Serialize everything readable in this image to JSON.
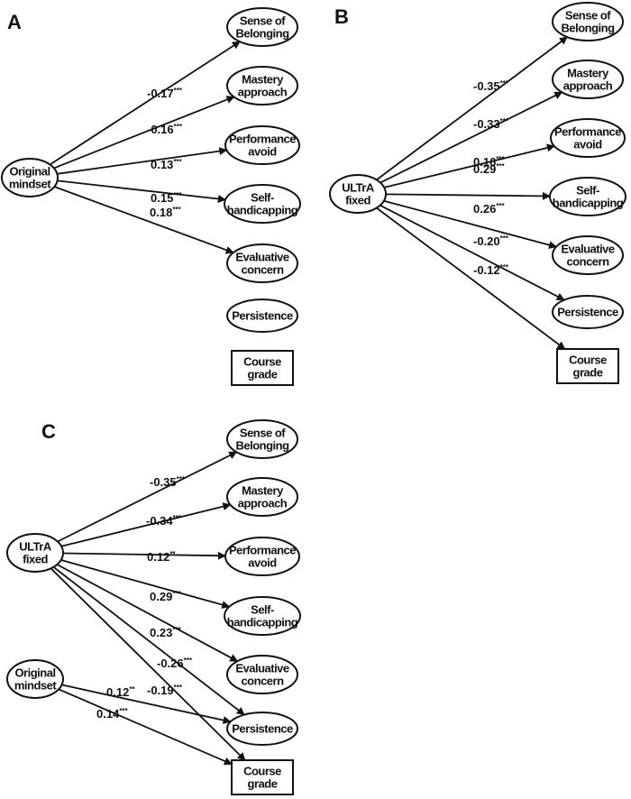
{
  "panels": [
    {
      "letter": "A",
      "nodes": [
        {
          "id": "orig",
          "lines": [
            "Original",
            "mindset"
          ],
          "shape": "ellipse"
        },
        {
          "id": "sob",
          "lines": [
            "Sense of",
            "Belonging"
          ],
          "shape": "ellipse"
        },
        {
          "id": "mast",
          "lines": [
            "Mastery",
            "approach"
          ],
          "shape": "ellipse"
        },
        {
          "id": "perf",
          "lines": [
            "Performance",
            "avoid"
          ],
          "shape": "ellipse"
        },
        {
          "id": "self",
          "lines": [
            "Self-",
            "handicapping"
          ],
          "shape": "ellipse"
        },
        {
          "id": "eval",
          "lines": [
            "Evaluative",
            "concern"
          ],
          "shape": "ellipse"
        },
        {
          "id": "pers",
          "lines": [
            "Persistence"
          ],
          "shape": "ellipse"
        },
        {
          "id": "grade",
          "lines": [
            "Course",
            "grade"
          ],
          "shape": "rect"
        }
      ],
      "edges": [
        {
          "from": "orig",
          "to": "sob",
          "coef": "-0.17",
          "sig": "***"
        },
        {
          "from": "orig",
          "to": "mast",
          "coef": "-0.16",
          "sig": "***"
        },
        {
          "from": "orig",
          "to": "perf",
          "coef": "0.13",
          "sig": "***"
        },
        {
          "from": "orig",
          "to": "self",
          "coef": "0.15",
          "sig": "***"
        },
        {
          "from": "orig",
          "to": "eval",
          "coef": "0.18",
          "sig": "***"
        }
      ]
    },
    {
      "letter": "B",
      "nodes": [
        {
          "id": "ultra",
          "lines": [
            "ULTrA",
            "fixed"
          ],
          "shape": "ellipse"
        },
        {
          "id": "sob",
          "lines": [
            "Sense of",
            "Belonging"
          ],
          "shape": "ellipse"
        },
        {
          "id": "mast",
          "lines": [
            "Mastery",
            "approach"
          ],
          "shape": "ellipse"
        },
        {
          "id": "perf",
          "lines": [
            "Performance",
            "avoid"
          ],
          "shape": "ellipse"
        },
        {
          "id": "self",
          "lines": [
            "Self-",
            "handicapping"
          ],
          "shape": "ellipse"
        },
        {
          "id": "eval",
          "lines": [
            "Evaluative",
            "concern"
          ],
          "shape": "ellipse"
        },
        {
          "id": "pers",
          "lines": [
            "Persistence"
          ],
          "shape": "ellipse"
        },
        {
          "id": "grade",
          "lines": [
            "Course",
            "grade"
          ],
          "shape": "rect"
        }
      ],
      "edges": [
        {
          "from": "ultra",
          "to": "sob",
          "coef": "-0.35",
          "sig": "***"
        },
        {
          "from": "ultra",
          "to": "mast",
          "coef": "-0.33",
          "sig": "***"
        },
        {
          "from": "ultra",
          "to": "perf",
          "coef": "0.16",
          "sig": "***"
        },
        {
          "from": "ultra",
          "to": "self",
          "coef": "0.29",
          "sig": "***"
        },
        {
          "from": "ultra",
          "to": "eval",
          "coef": "0.26",
          "sig": "***"
        },
        {
          "from": "ultra",
          "to": "pers",
          "coef": "-0.20",
          "sig": "***"
        },
        {
          "from": "ultra",
          "to": "grade",
          "coef": "-0.12",
          "sig": "***"
        }
      ]
    },
    {
      "letter": "C",
      "nodes": [
        {
          "id": "ultra",
          "lines": [
            "ULTrA",
            "fixed"
          ],
          "shape": "ellipse"
        },
        {
          "id": "orig",
          "lines": [
            "Original",
            "mindset"
          ],
          "shape": "ellipse"
        },
        {
          "id": "sob",
          "lines": [
            "Sense of",
            "Belonging"
          ],
          "shape": "ellipse"
        },
        {
          "id": "mast",
          "lines": [
            "Mastery",
            "approach"
          ],
          "shape": "ellipse"
        },
        {
          "id": "perf",
          "lines": [
            "Performance",
            "avoid"
          ],
          "shape": "ellipse"
        },
        {
          "id": "self",
          "lines": [
            "Self-",
            "handicapping"
          ],
          "shape": "ellipse"
        },
        {
          "id": "eval",
          "lines": [
            "Evaluative",
            "concern"
          ],
          "shape": "ellipse"
        },
        {
          "id": "pers",
          "lines": [
            "Persistence"
          ],
          "shape": "ellipse"
        },
        {
          "id": "grade",
          "lines": [
            "Course",
            "grade"
          ],
          "shape": "rect"
        }
      ],
      "edges": [
        {
          "from": "ultra",
          "to": "sob",
          "coef": "-0.35",
          "sig": "***"
        },
        {
          "from": "ultra",
          "to": "mast",
          "coef": "-0.34",
          "sig": "***"
        },
        {
          "from": "ultra",
          "to": "perf",
          "coef": "0.12",
          "sig": "**"
        },
        {
          "from": "ultra",
          "to": "self",
          "coef": "0.29",
          "sig": "***"
        },
        {
          "from": "ultra",
          "to": "eval",
          "coef": "0.23",
          "sig": "***"
        },
        {
          "from": "ultra",
          "to": "pers",
          "coef": "-0.26",
          "sig": "***"
        },
        {
          "from": "ultra",
          "to": "grade",
          "coef": "-0.19",
          "sig": "***"
        },
        {
          "from": "orig",
          "to": "pers",
          "coef": "0.12",
          "sig": "**"
        },
        {
          "from": "orig",
          "to": "grade",
          "coef": "0.14",
          "sig": "***"
        }
      ]
    }
  ]
}
